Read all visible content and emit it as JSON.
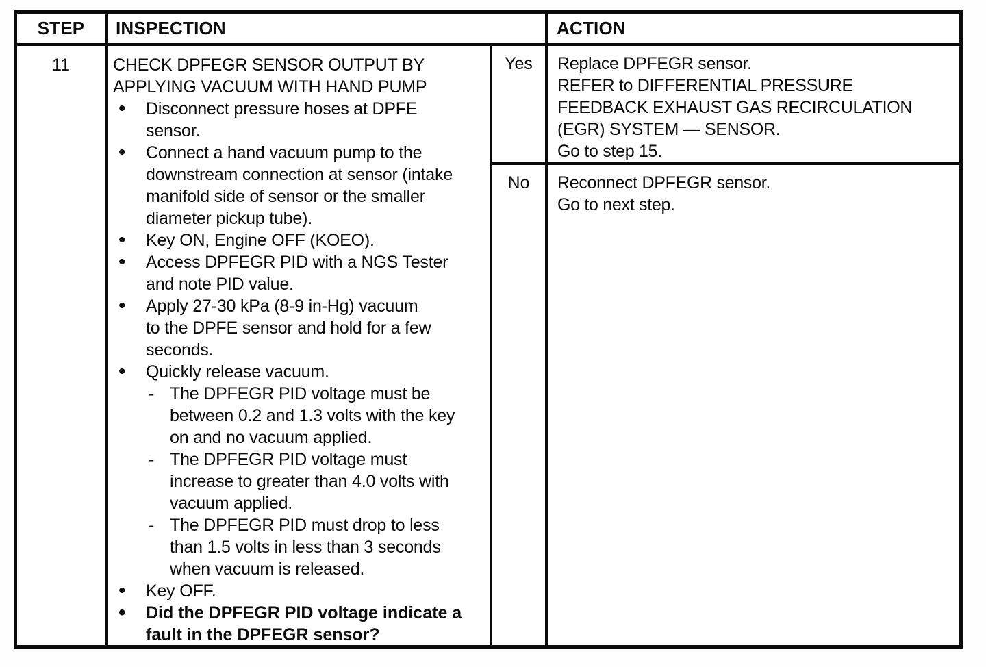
{
  "table": {
    "header": {
      "step": "STEP",
      "inspection": "INSPECTION",
      "action": "ACTION"
    },
    "row": {
      "step": "11",
      "inspection": {
        "title": "CHECK DPFEGR SENSOR OUTPUT BY\nAPPLYING VACUUM WITH HAND PUMP",
        "items": [
          {
            "marker": "•",
            "level": 1,
            "bold": false,
            "text": "Disconnect pressure hoses at DPFE\nsensor."
          },
          {
            "marker": "•",
            "level": 1,
            "bold": false,
            "text": "Connect a hand vacuum pump to the\ndownstream connection at sensor (intake\nmanifold side of sensor or the smaller\ndiameter pickup tube)."
          },
          {
            "marker": "•",
            "level": 1,
            "bold": false,
            "text": "Key ON, Engine OFF (KOEO)."
          },
          {
            "marker": "•",
            "level": 1,
            "bold": false,
            "text": "Access DPFEGR PID with a NGS Tester\nand note PID value."
          },
          {
            "marker": "•",
            "level": 1,
            "bold": false,
            "text": "Apply 27-30 kPa (8-9 in-Hg) vacuum\nto the DPFE sensor and hold for a few\nseconds."
          },
          {
            "marker": "•",
            "level": 1,
            "bold": false,
            "text": "Quickly release vacuum."
          },
          {
            "marker": "-",
            "level": 2,
            "bold": false,
            "text": "The DPFEGR PID voltage must be\nbetween 0.2 and 1.3 volts with the key\non and no vacuum applied."
          },
          {
            "marker": "-",
            "level": 2,
            "bold": false,
            "text": "The DPFEGR PID voltage must\nincrease to greater than 4.0 volts with\nvacuum applied."
          },
          {
            "marker": "-",
            "level": 2,
            "bold": false,
            "text": "The DPFEGR PID must drop to less\nthan 1.5 volts in less than 3 seconds\nwhen vacuum is released."
          },
          {
            "marker": "•",
            "level": 1,
            "bold": false,
            "text": "Key OFF."
          },
          {
            "marker": "•",
            "level": 1,
            "bold": true,
            "text": "Did the DPFEGR PID voltage indicate a\nfault in the DPFEGR sensor?"
          }
        ]
      },
      "outcomes": [
        {
          "answer": "Yes",
          "action": "Replace DPFEGR sensor.\nREFER to DIFFERENTIAL PRESSURE\nFEEDBACK EXHAUST GAS RECIRCULATION\n(EGR) SYSTEM — SENSOR.\nGo to step 15."
        },
        {
          "answer": "No",
          "action": "Reconnect DPFEGR sensor.\nGo to next step."
        }
      ]
    }
  }
}
